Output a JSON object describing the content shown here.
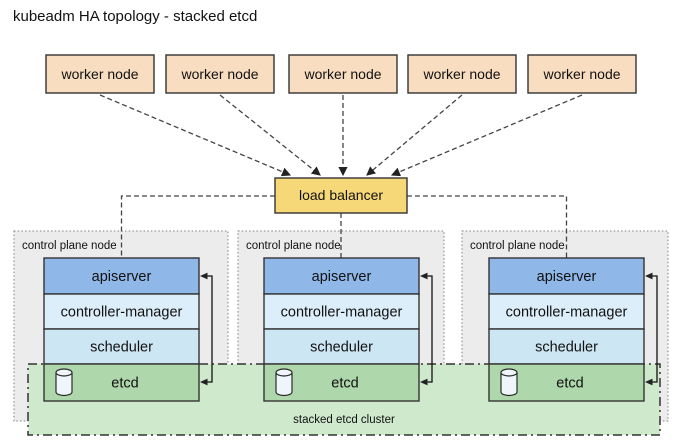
{
  "title": "kubeadm HA topology - stacked etcd",
  "worker_nodes": [
    {
      "label": "worker node"
    },
    {
      "label": "worker node"
    },
    {
      "label": "worker node"
    },
    {
      "label": "worker node"
    },
    {
      "label": "worker node"
    }
  ],
  "load_balancer": {
    "label": "load balancer"
  },
  "control_plane_nodes": [
    {
      "label": "control plane node",
      "components": [
        {
          "name": "apiserver"
        },
        {
          "name": "controller-manager"
        },
        {
          "name": "scheduler"
        },
        {
          "name": "etcd"
        }
      ]
    },
    {
      "label": "control plane node",
      "components": [
        {
          "name": "apiserver"
        },
        {
          "name": "controller-manager"
        },
        {
          "name": "scheduler"
        },
        {
          "name": "etcd"
        }
      ]
    },
    {
      "label": "control plane node",
      "components": [
        {
          "name": "apiserver"
        },
        {
          "name": "controller-manager"
        },
        {
          "name": "scheduler"
        },
        {
          "name": "etcd"
        }
      ]
    }
  ],
  "etcd_cluster": {
    "label": "stacked etcd cluster"
  },
  "colors": {
    "worker_fill": "#f9ddc0",
    "load_balancer_fill": "#f7d878",
    "node_fill": "#ececec",
    "apiserver_fill": "#8fb7e8",
    "controller_manager_fill": "#dceef9",
    "scheduler_fill": "#cde6f4",
    "etcd_fill": "#aed7ab",
    "cluster_band_fill": "#cfe9cd",
    "cylinder_fill": "#eef6fb"
  }
}
